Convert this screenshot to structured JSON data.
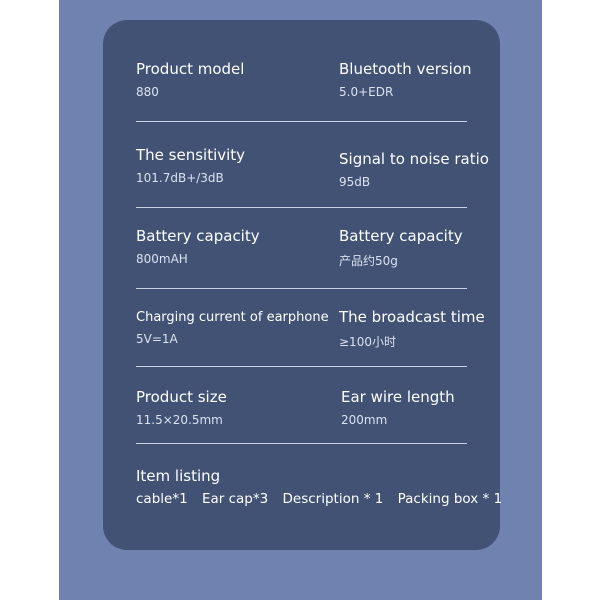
{
  "specs": [
    {
      "label": "Product model",
      "value": "880"
    },
    {
      "label": "Bluetooth version",
      "value": "5.0+EDR"
    },
    {
      "label": "The sensitivity",
      "value": "101.7dB+/3dB"
    },
    {
      "label": "Signal to noise ratio",
      "value": "95dB"
    },
    {
      "label": "Battery capacity",
      "value": "800mAH"
    },
    {
      "label": "Battery capacity",
      "value": "产品约50g"
    },
    {
      "label": "Charging current of earphone",
      "value": "5V=1A"
    },
    {
      "label": "The broadcast time",
      "value": "≥100小时"
    },
    {
      "label": "Product size",
      "value": "11.5×20.5mm"
    },
    {
      "label": "Ear wire length",
      "value": "200mm"
    }
  ],
  "item_listing": {
    "label": "Item listing",
    "items": [
      "cable*1",
      "Ear cap*3",
      "Description * 1",
      "Packing box * 1"
    ]
  }
}
